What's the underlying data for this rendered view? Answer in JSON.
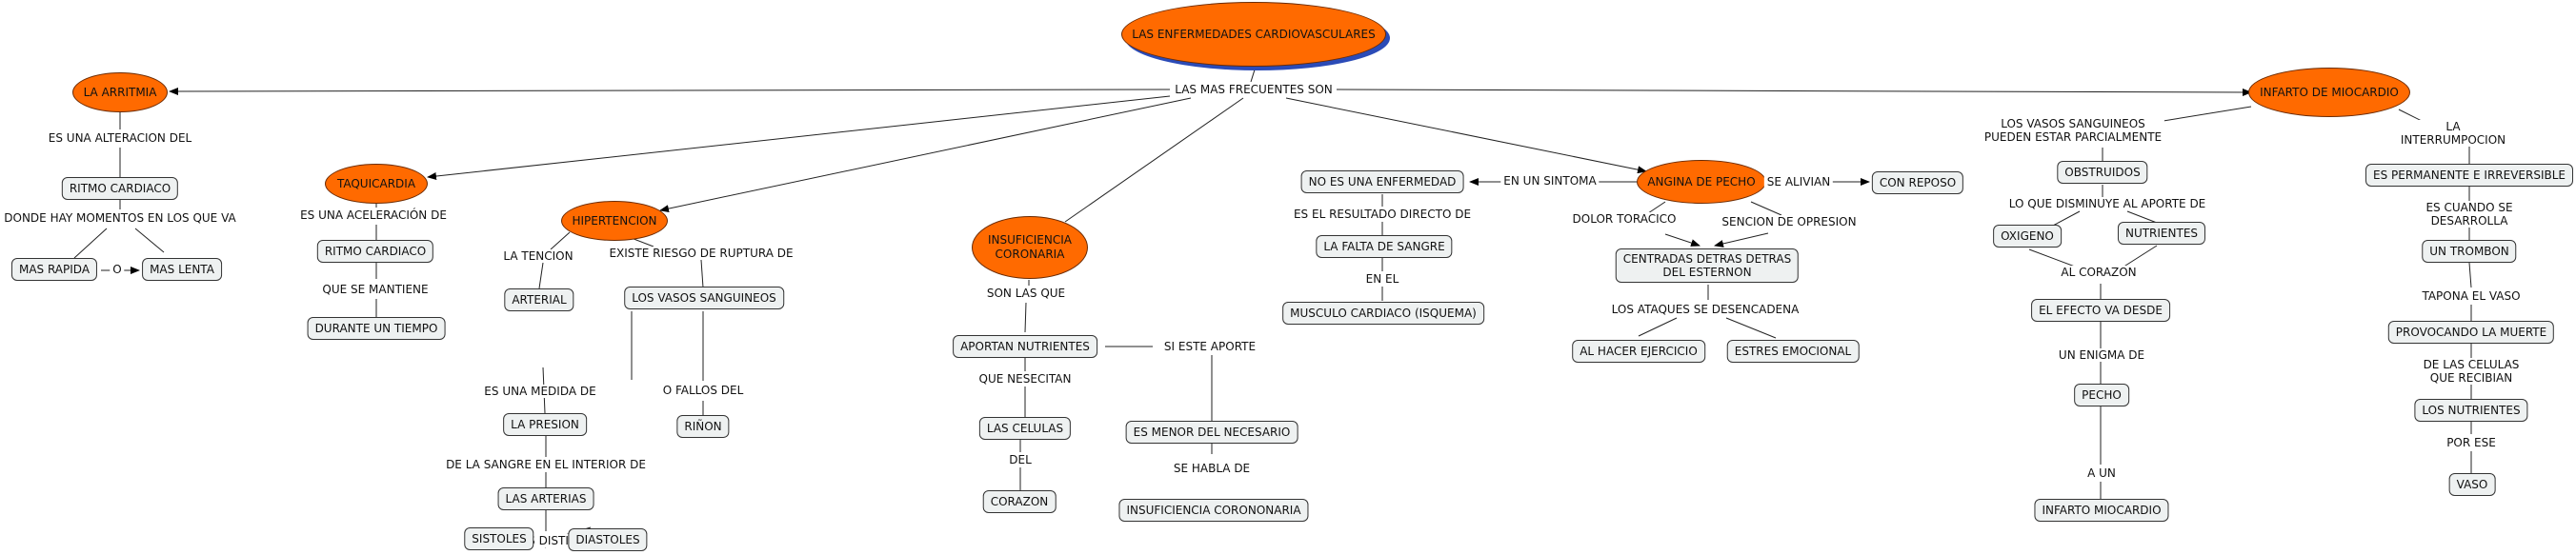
{
  "nodes": {
    "title": "LAS ENFERMEDADES CARDIOVASCULARES",
    "arritmia": "LA ARRITMIA",
    "taquicardia": "TAQUICARDIA",
    "hipertension": "HIPERTENCION",
    "insuficiencia": "INSUFICIENCIA\nCORONARIA",
    "angina": "ANGINA DE PECHO",
    "infarto": "INFARTO DE MIOCARDIO",
    "ritmo_cardiaco_1": "RITMO CARDIACO",
    "mas_rapida": "MAS RAPIDA",
    "mas_lenta": "MAS LENTA",
    "ritmo_cardiaco_2": "RITMO CARDIACO",
    "durante_tiempo": "DURANTE UN TIEMPO",
    "arterial": "ARTERIAL",
    "la_presion": "LA PRESION",
    "las_arterias": "LAS ARTERIAS",
    "sistoles": "SISTOLES",
    "diastoles": "DIASTOLES",
    "vasos_sanguineos": "LOS VASOS SANGUINEOS",
    "rinon": "RIÑON",
    "aportan_nutrientes": "APORTAN NUTRIENTES",
    "las_celulas": "LAS CELULAS",
    "corazon": "CORAZON",
    "es_menor": "ES MENOR DEL NECESARIO",
    "insuf_coronoraria": "INSUFICIENCIA CORONONARIA",
    "no_es_enfermedad": "NO ES UNA ENFERMEDAD",
    "falta_sangre": "LA FALTA DE SANGRE",
    "musculo": "MUSCULO CARDIACO (ISQUEMA)",
    "con_reposo": "CON REPOSO",
    "centradas": "CENTRADAS DETRAS DETRAS\nDEL ESTERNON",
    "hacer_ejercicio": "AL HACER EJERCICIO",
    "estres": "ESTRES EMOCIONAL",
    "obstruidos": "OBSTRUIDOS",
    "oxigeno": "OXIGENO",
    "nutrientes": "NUTRIENTES",
    "efecto_desde": "EL EFECTO VA DESDE",
    "pecho": "PECHO",
    "infarto_miocardio": "INFARTO MIOCARDIO",
    "permanente": "ES PERMANENTE E IRREVERSIBLE",
    "un_trombon": "UN TROMBON",
    "provocando": "PROVOCANDO LA MUERTE",
    "los_nutrientes": "LOS NUTRIENTES",
    "vaso": "VASO"
  },
  "links": {
    "mas_frecuentes": "LAS MAS FRECUENTES SON",
    "alteracion": "ES UNA ALTERACION DEL",
    "momentos": "DONDE HAY MOMENTOS EN LOS QUE VA",
    "o": "O",
    "aceleracion": "ES UNA ACELERACIÓN DE",
    "se_mantiene": "QUE SE MANTIENE",
    "la_tencion": "LA TENCION",
    "riesgo": "EXISTE RIESGO DE RUPTURA DE",
    "medida": "ES UNA MEDIDA DE",
    "fallos": "O FALLOS DEL",
    "sangre_interior": "DE LA SANGRE EN EL INTERIOR DE",
    "distinta": "COMO ES DISTINTA EN",
    "son_las_que": "SON LAS QUE",
    "si_este_aporte": "SI ESTE APORTE",
    "necesitan": "QUE NESECITAN",
    "del": "DEL",
    "se_habla": "SE HABLA DE",
    "un_sintoma": "EN UN SINTOMA",
    "resultado": "ES EL RESULTADO DIRECTO DE",
    "en_el": "EN EL",
    "se_alivian": "SE ALIVIAN",
    "dolor_toracico": "DOLOR TORACICO",
    "opresion": "SENCION DE OPRESION",
    "desencadena": "LOS ATAQUES SE DESENCADENA",
    "vasos_parcial": "LOS VASOS SANGUINEOS\nPUEDEN ESTAR PARCIALMENTE",
    "disminuye": "LO QUE DISMINUYE AL APORTE DE",
    "al_corazon": "AL CORAZON",
    "enigma": "UN ENIGMA DE",
    "a_un": "A UN",
    "interrupcion": "LA INTERRUMPOCION",
    "desarrolla": "ES CUANDO SE DESARROLLA",
    "tapona": "TAPONA EL VASO",
    "celulas_reciben": "DE LAS CELULAS QUE RECIBIAN",
    "por_ese": "POR ESE"
  }
}
